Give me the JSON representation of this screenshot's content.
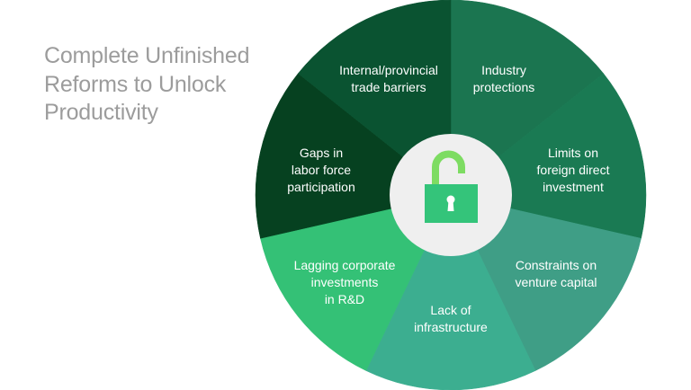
{
  "title": {
    "lines": [
      "Complete Unfinished",
      "Reforms to Unlock",
      "Productivity"
    ]
  },
  "segments": [
    {
      "lines": [
        "Industry",
        "protections"
      ],
      "color": "#1b7550"
    },
    {
      "lines": [
        "Limits on",
        "foreign direct",
        "investment"
      ],
      "color": "#1a7a53"
    },
    {
      "lines": [
        "Constraints on",
        "venture capital"
      ],
      "color": "#3f9e86"
    },
    {
      "lines": [
        "Lack of",
        "infrastructure"
      ],
      "color": "#3cae90"
    },
    {
      "lines": [
        "Lagging corporate",
        "investments",
        "in R&D"
      ],
      "color": "#34c176"
    },
    {
      "lines": [
        "Gaps in",
        "labor force",
        "participation"
      ],
      "color": "#064120"
    },
    {
      "lines": [
        "Internal/provincial",
        "trade barriers"
      ],
      "color": "#0a5331"
    }
  ],
  "center": {
    "icon": "unlocked-padlock-icon",
    "fill": "#efefef",
    "shackle": "#7ddc62",
    "body": "#34c47a"
  }
}
